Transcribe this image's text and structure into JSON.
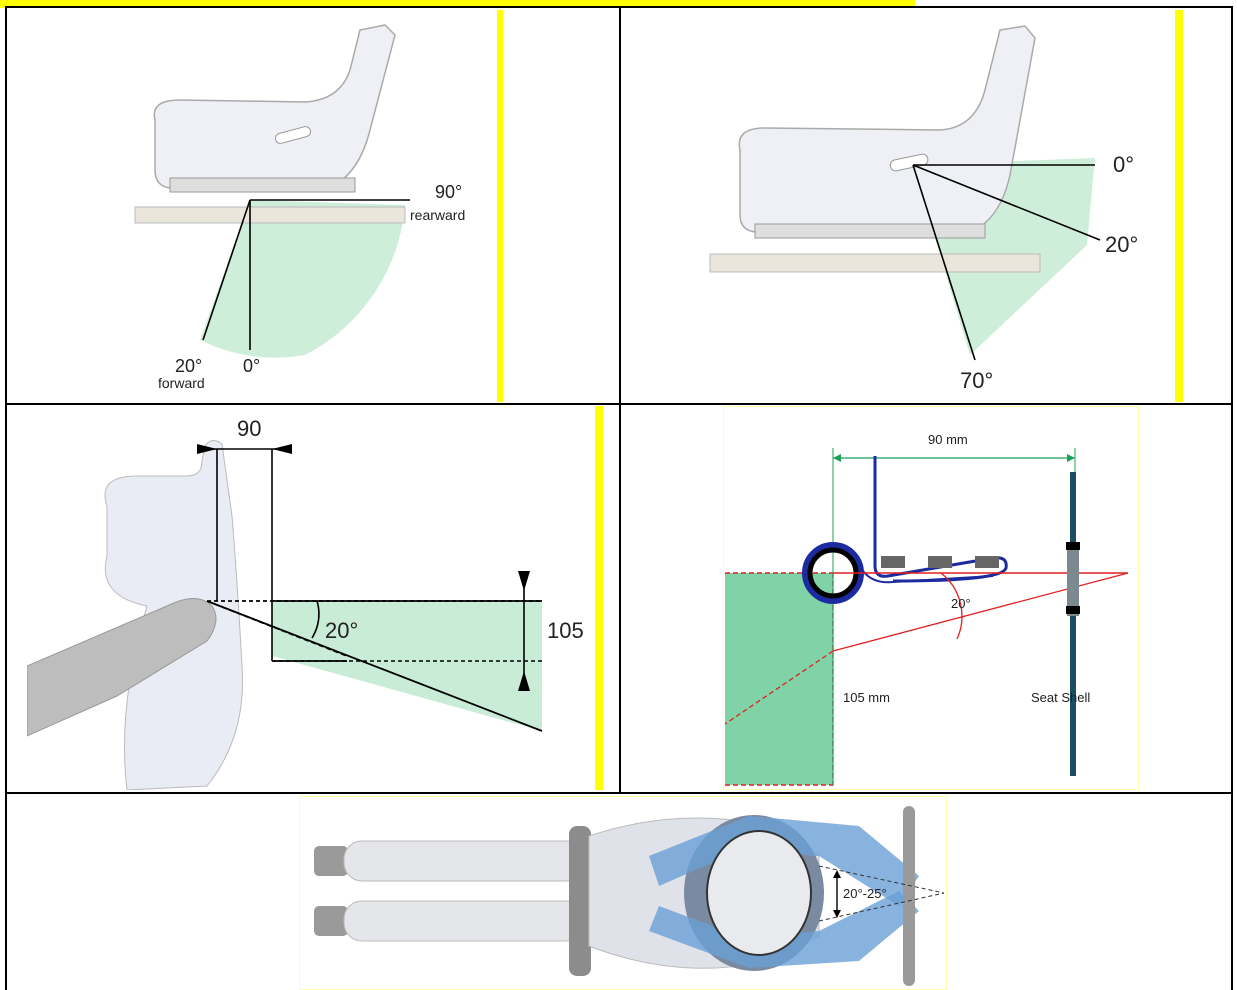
{
  "panels": {
    "p1": {
      "label_90": "90°",
      "label_rearward": "rearward",
      "label_20": "20°",
      "label_forward": "forward",
      "label_0": "0°"
    },
    "p2": {
      "label_0": "0°",
      "label_20": "20°",
      "label_70": "70°"
    },
    "p3": {
      "label_90": "90",
      "label_20": "20°",
      "label_105": "105"
    },
    "p4": {
      "label_90mm": "90 mm",
      "label_20": "20°",
      "label_105mm": "105 mm",
      "label_seat": "Seat Shell"
    },
    "p5": {
      "label_angle": "20°-25°"
    }
  },
  "colors": {
    "highlight": "#ffff00",
    "zone_green": "#c9ecd6",
    "zone_green_dark": "#7fd3a6",
    "red": "#e02020",
    "blue": "#1c2ba0",
    "teal": "#1b4d63"
  }
}
